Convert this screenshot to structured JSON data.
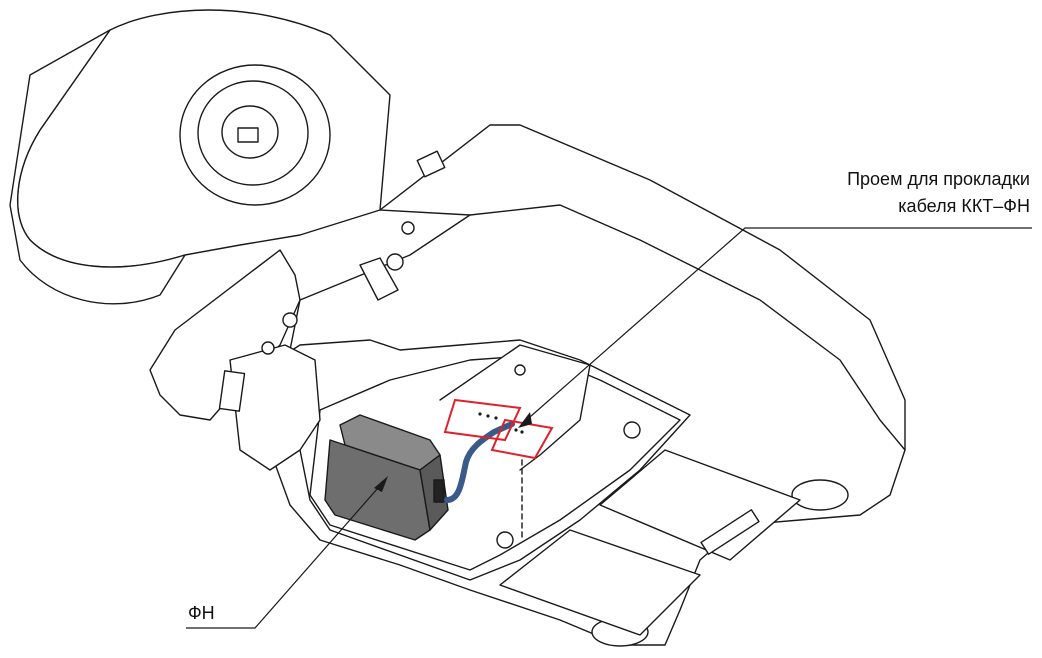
{
  "labels": {
    "cable_opening_line1": "Проем для прокладки",
    "cable_opening_line2": "кабеля ККТ–ФН",
    "fiscal_drive": "ФН"
  },
  "colors": {
    "outline": "#1a1a1a",
    "body_fill": "#ffffff",
    "fiscal_drive_fill": "#6e6e6e",
    "cable": "#3a5a8a",
    "highlight": "#e0202a"
  }
}
